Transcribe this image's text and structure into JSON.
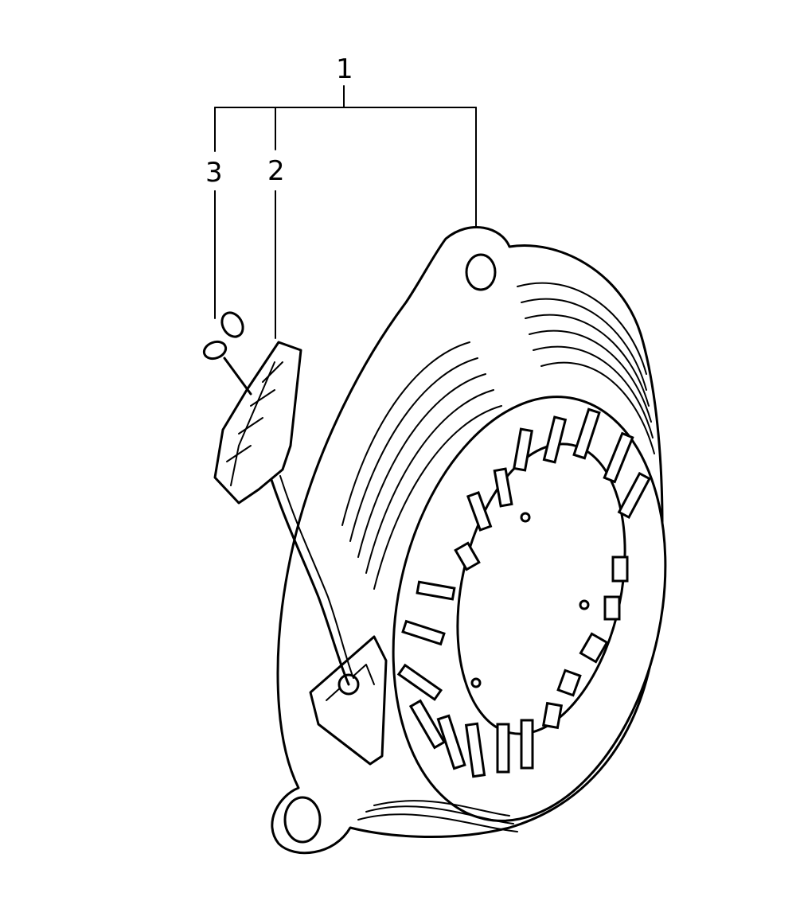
{
  "diagram": {
    "callouts": {
      "assembly": "1",
      "handle": "2",
      "rope_knot": "3"
    }
  }
}
